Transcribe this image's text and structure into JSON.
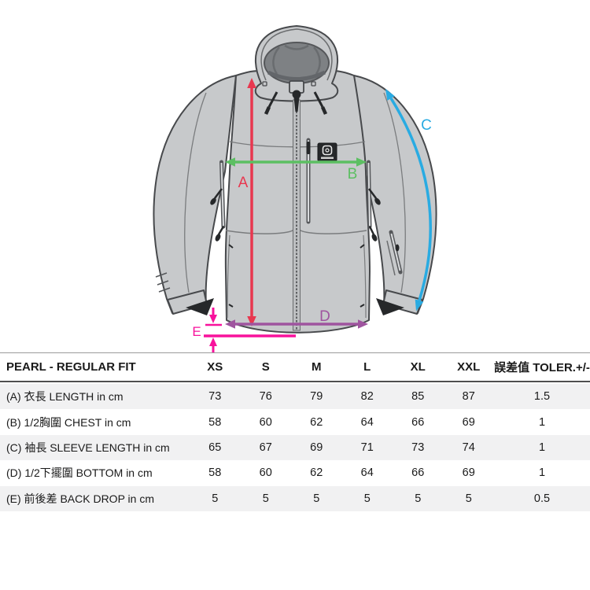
{
  "page": {
    "background": "#ffffff"
  },
  "diagram": {
    "measures": {
      "A": {
        "letter": "A",
        "color": "#e8374f"
      },
      "B": {
        "letter": "B",
        "color": "#5cbf62"
      },
      "C": {
        "letter": "C",
        "color": "#29abe2"
      },
      "D": {
        "letter": "D",
        "color": "#9f549f"
      },
      "E": {
        "letter": "E",
        "color": "#f8129c"
      }
    }
  },
  "size_table": {
    "title": "PEARL - REGULAR FIT",
    "columns": [
      "XS",
      "S",
      "M",
      "L",
      "XL",
      "XXL",
      "誤差值 TOLER.+/-"
    ],
    "rows": [
      {
        "key": "A",
        "label": "(A) 衣長 LENGTH in cm",
        "values": [
          "73",
          "76",
          "79",
          "82",
          "85",
          "87",
          "1.5"
        ]
      },
      {
        "key": "B",
        "label": "(B) 1/2胸圍 CHEST in cm",
        "values": [
          "58",
          "60",
          "62",
          "64",
          "66",
          "69",
          "1"
        ]
      },
      {
        "key": "C",
        "label": "(C) 袖長 SLEEVE LENGTH in cm",
        "values": [
          "65",
          "67",
          "69",
          "71",
          "73",
          "74",
          "1"
        ]
      },
      {
        "key": "D",
        "label": "(D) 1/2下擺圍 BOTTOM in cm",
        "values": [
          "58",
          "60",
          "62",
          "64",
          "66",
          "69",
          "1"
        ]
      },
      {
        "key": "E",
        "label": "(E) 前後差 BACK DROP in cm",
        "values": [
          "5",
          "5",
          "5",
          "5",
          "5",
          "5",
          "0.5"
        ]
      }
    ]
  }
}
